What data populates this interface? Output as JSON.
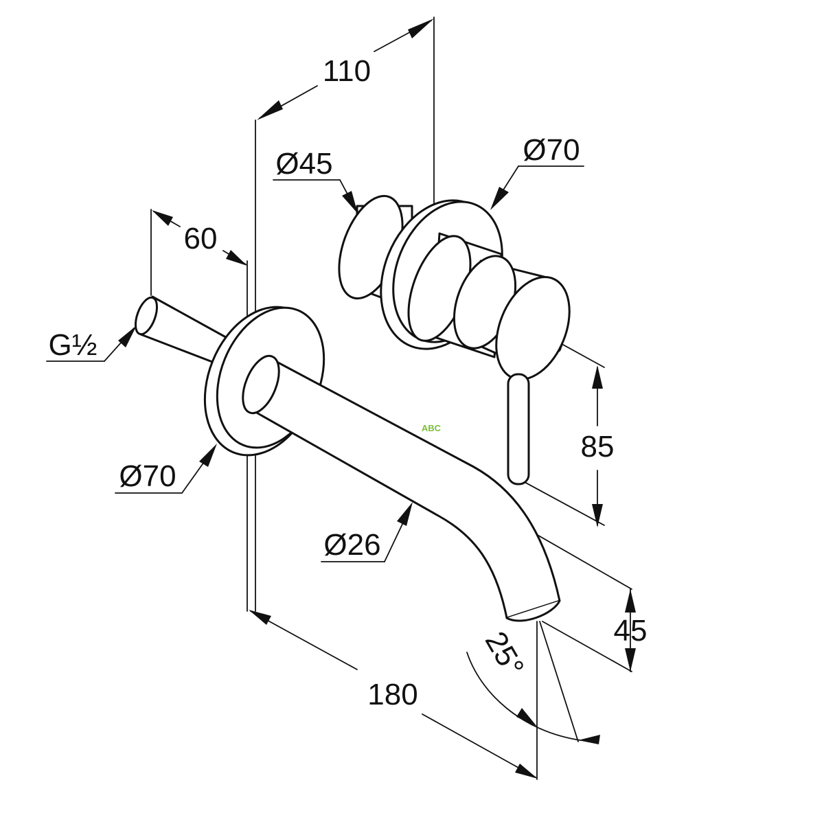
{
  "dimensions": {
    "projection_rear_body": "110",
    "mixer_outer_diameter": "Ø45",
    "mixer_rosette_diameter": "Ø70",
    "pipe_projection": "60",
    "thread_size": "G½",
    "spout_rosette_diameter": "Ø70",
    "spout_diameter": "Ø26",
    "spout_projection": "180",
    "lever_height": "85",
    "spout_drop": "45",
    "outlet_angle": "25°"
  },
  "watermark": "ABC",
  "colors": {
    "line": "#111111",
    "background": "#ffffff",
    "watermark": "#7cbf3a"
  }
}
